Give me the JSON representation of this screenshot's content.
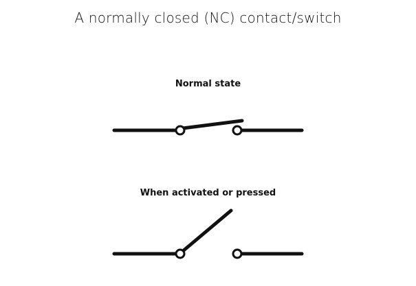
{
  "title": "A normally closed (NC) contact/switch",
  "normal_label": "Normal state",
  "activated_label": "When activated or pressed"
}
